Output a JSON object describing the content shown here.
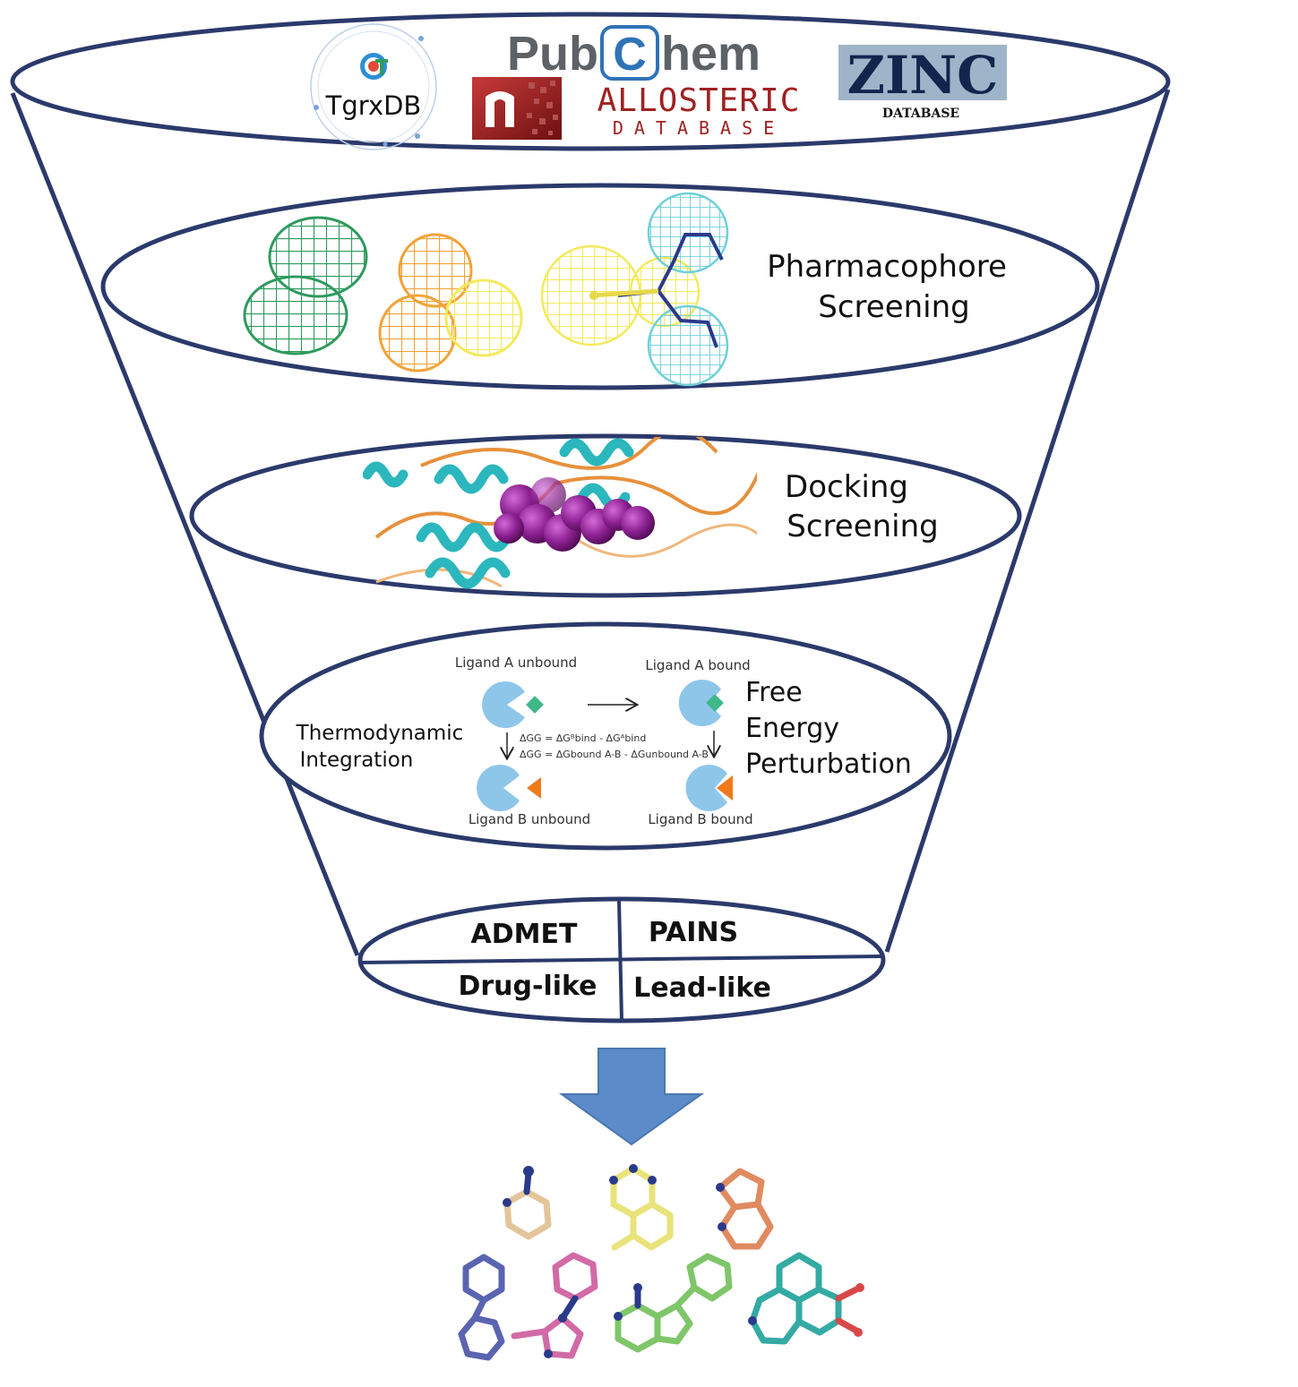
{
  "databases": {
    "tgrxdb": "TgrxDB",
    "pubchem_pub": "Pub",
    "pubchem_c": "C",
    "pubchem_hem": "hem",
    "allosteric_top": "ALLOSTERIC",
    "allosteric_bottom": "DATABASE",
    "zinc": "ZINC",
    "zinc_sub": "DATABASE"
  },
  "pharmacophore": {
    "line1": "Pharmacophore",
    "line2": "Screening"
  },
  "docking": {
    "line1": "Docking",
    "line2": "Screening"
  },
  "fep": {
    "ti_line1": "Thermodynamic",
    "ti_line2": "Integration",
    "fep_line1": "Free",
    "fep_line2": "Energy",
    "fep_line3": "Perturbation",
    "ligand_a_unbound": "Ligand A unbound",
    "ligand_a_bound": "Ligand A bound",
    "ligand_b_unbound": "Ligand B unbound",
    "ligand_b_bound": "Ligand B bound",
    "eq1": "ΔGG = ΔGᴮbind - ΔGᴬbind",
    "eq2": "ΔGG = ΔGbound A-B - ΔGunbound A-B"
  },
  "filters": {
    "admet": "ADMET",
    "pains": "PAINS",
    "drug_like": "Drug-like",
    "lead_like": "Lead-like"
  },
  "colors": {
    "outline": "#2b3a6b",
    "arrow": "#5b8cc9",
    "green_mesh": "#2e9a5e",
    "orange_mesh": "#f2a33a",
    "yellow_mesh": "#f3ea5c",
    "cyan_mesh": "#6fd0d8",
    "pacman": "#8ec6ea",
    "diamond": "#3fb88a",
    "triangle": "#ef7a1a",
    "ligand_purple": "#8a1f8f",
    "helix_cyan": "#2bb7bd",
    "loop_orange": "#e6913d",
    "zinc_bg": "#9fb4c8",
    "zinc_text": "#12254d",
    "allosteric_red": "#a02121"
  }
}
